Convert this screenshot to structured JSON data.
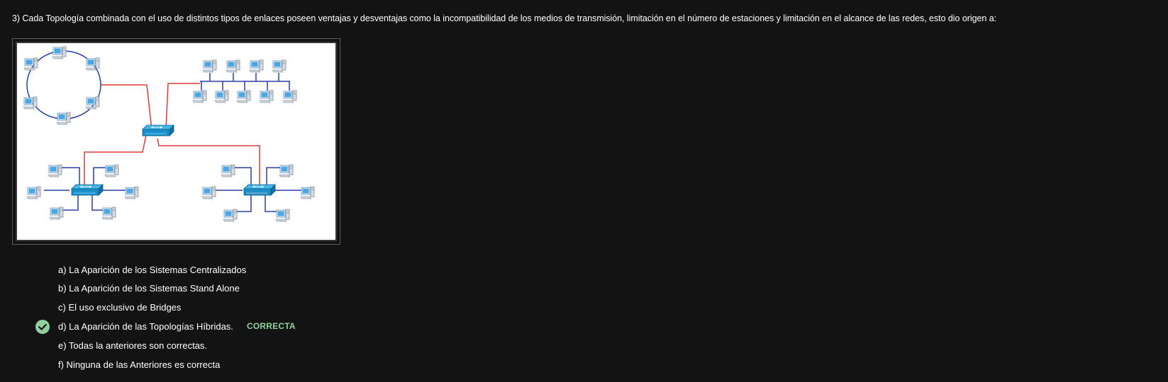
{
  "question": {
    "text": "3) Cada Topología combinada con el uso de distintos tipos de enlaces poseen ventajas y desventajas como la incompatibilidad de los medios de transmisión, limitación en el número de estaciones y limitación en el alcance de las redes, esto dio origen a:"
  },
  "figure": {
    "icon": "hybrid-network-topology-diagram",
    "colors": {
      "wan_link": "#e03a3a",
      "lan_link": "#2a3ea8",
      "hub": "#1d8fc8",
      "computer": "#6fb8e6"
    }
  },
  "options": [
    {
      "label": "a) La Aparición de los Sistemas Centralizados",
      "selected": false
    },
    {
      "label": "b) La Aparición de los Sistemas Stand Alone",
      "selected": false
    },
    {
      "label": "c) El uso exclusivo de Bridges",
      "selected": false
    },
    {
      "label": "d) La Aparición de las Topologías Híbridas.",
      "selected": true,
      "badge": "CORRECTA",
      "icon": "check-circle-icon"
    },
    {
      "label": "e) Todas la anteriores son correctas.",
      "selected": false
    },
    {
      "label": "f) Ninguna de las Anteriores es correcta",
      "selected": false
    }
  ],
  "colors": {
    "background": "#131313",
    "text": "#ffffff",
    "correct": "#8fd19e"
  }
}
